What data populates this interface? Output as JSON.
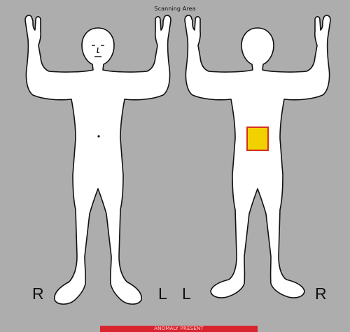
{
  "scan": {
    "title": "Scanning Area",
    "front_left_letter": "R",
    "front_right_letter": "L",
    "back_left_letter": "L",
    "back_right_letter": "R",
    "status_banner": "ANOMALY PRESENT"
  },
  "colors": {
    "background": "#adadad",
    "body_fill": "#ffffff",
    "body_outline": "#111111",
    "anomaly_fill": "#f2d100",
    "anomaly_border": "#d2321e",
    "banner": "#d8242e"
  }
}
